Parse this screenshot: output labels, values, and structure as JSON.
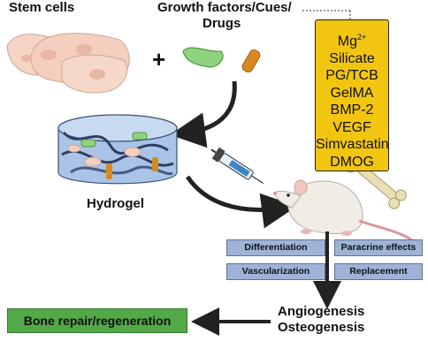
{
  "labels": {
    "stem_cells": "Stem cells",
    "growth_factors_line1": "Growth factors/Cues/",
    "growth_factors_line2": "Drugs",
    "plus": "+",
    "hydrogel": "Hydrogel",
    "outcome_line1": "Angiogenesis",
    "outcome_line2": "Osteogenesis",
    "bone_repair": "Bone repair/regeneration"
  },
  "factors": [
    {
      "name": "Mg",
      "sup": "2+"
    },
    {
      "name": "Silicate"
    },
    {
      "name": "PG/TCB"
    },
    {
      "name": "GelMA"
    },
    {
      "name": "BMP-2"
    },
    {
      "name": "VEGF"
    },
    {
      "name": "Simvastatin"
    },
    {
      "name": "DMOG"
    }
  ],
  "effects": {
    "differentiation": "Differentiation",
    "paracrine": "Paracrine effects",
    "vascularization": "Vascularization",
    "replacement": "Replacement"
  },
  "colors": {
    "factor_box": "#f2c511",
    "effect_box": "#9eb3d6",
    "repair_box": "#53a847",
    "cell": "#f6d5c7",
    "green_drug": "#8fd27f",
    "orange_drug": "#d98a1f",
    "hydrogel": "#a9c4e6"
  },
  "icons": [
    "stem-cell-icon",
    "green-drug-capsule-icon",
    "orange-drug-rod-icon",
    "hydrogel-disc-icon",
    "syringe-icon",
    "rat-icon",
    "bone-icon"
  ]
}
